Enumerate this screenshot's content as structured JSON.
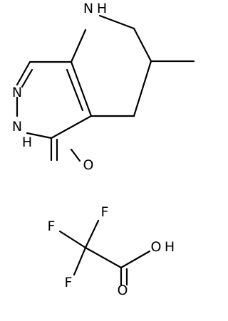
{
  "structure": {
    "atoms": {
      "nh_top": "N",
      "nh_top_h": "H",
      "n_ring": "N",
      "nh_ring": "N",
      "nh_ring_h": "H",
      "o_ketone": "O",
      "f1": "F",
      "f2": "F",
      "f3": "F",
      "oh_o": "O",
      "oh_h": "H",
      "o_carbonyl": "O"
    }
  }
}
